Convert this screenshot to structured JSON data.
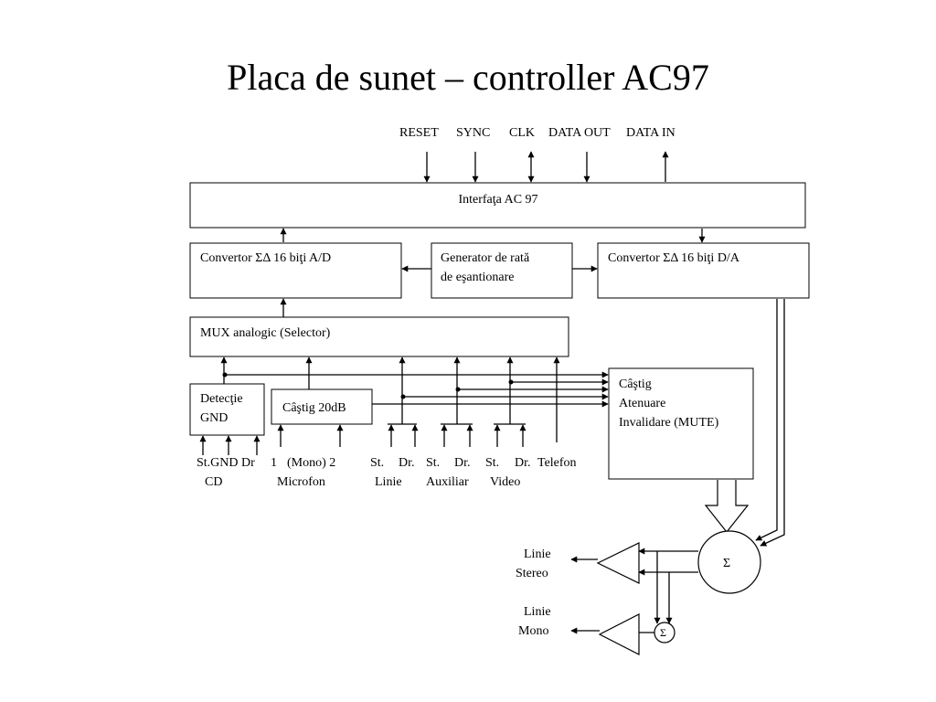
{
  "title": "Placa de sunet – controller AC97",
  "signals": {
    "reset": "RESET",
    "sync": "SYNC",
    "clk": "CLK",
    "data_out": "DATA OUT",
    "data_in": "DATA IN"
  },
  "blocks": {
    "interface": "Interfaţa AC 97",
    "adc": "Convertor ΣΔ 16 biţi A/D",
    "rate_gen_line1": "Generator de rată",
    "rate_gen_line2": "de eşantionare",
    "dac": "Convertor ΣΔ 16 biţi D/A",
    "mux": "MUX analogic (Selector)",
    "gnd_detect_line1": "Detecţie",
    "gnd_detect_line2": "GND",
    "gain20": "Câştig 20dB",
    "gain_line1": "Câştig",
    "gain_line2": "Atenuare",
    "gain_line3": "Invalidare (MUTE)",
    "sum": "Σ",
    "sum_small": "Σ"
  },
  "inputs": {
    "cd_row1": "St.GND Dr",
    "cd_row2": "CD",
    "mic_row1a": "1",
    "mic_row1b": "(Mono) 2",
    "mic_row2": "Microfon",
    "line_st": "St.",
    "line_dr": "Dr.",
    "line_label": "Linie",
    "aux_st": "St.",
    "aux_dr": "Dr.",
    "aux_label": "Auxiliar",
    "video_st": "St.",
    "video_dr": "Dr.",
    "video_label": "Video",
    "phone": "Telefon"
  },
  "outputs": {
    "stereo_line1": "Linie",
    "stereo_line2": "Stereo",
    "mono_line1": "Linie",
    "mono_line2": "Mono"
  }
}
